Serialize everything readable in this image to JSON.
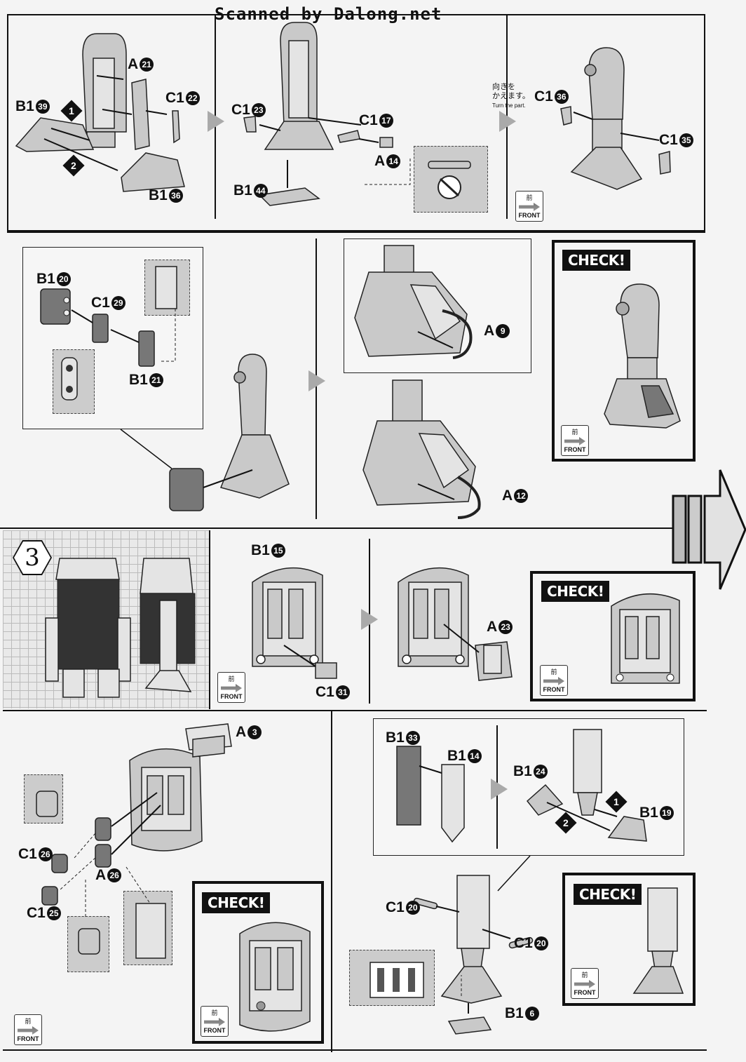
{
  "watermark": "Scanned by Dalong.net",
  "labels": {
    "a21": {
      "letter": "A",
      "num": "21"
    },
    "c1_22": {
      "letter": "C1",
      "num": "22"
    },
    "b1_39": {
      "letter": "B1",
      "num": "39"
    },
    "b1_36_a": {
      "letter": "B1",
      "num": "36"
    },
    "c1_23": {
      "letter": "C1",
      "num": "23"
    },
    "c1_17": {
      "letter": "C1",
      "num": "17"
    },
    "a14": {
      "letter": "A",
      "num": "14"
    },
    "b1_44": {
      "letter": "B1",
      "num": "44"
    },
    "c1_36": {
      "letter": "C1",
      "num": "36"
    },
    "c1_35": {
      "letter": "C1",
      "num": "35"
    },
    "b1_20": {
      "letter": "B1",
      "num": "20"
    },
    "c1_29": {
      "letter": "C1",
      "num": "29"
    },
    "b1_21": {
      "letter": "B1",
      "num": "21"
    },
    "a9": {
      "letter": "A",
      "num": "9"
    },
    "a12": {
      "letter": "A",
      "num": "12"
    },
    "b1_15": {
      "letter": "B1",
      "num": "15"
    },
    "c1_31": {
      "letter": "C1",
      "num": "31"
    },
    "a23": {
      "letter": "A",
      "num": "23"
    },
    "a3": {
      "letter": "A",
      "num": "3"
    },
    "c1_26": {
      "letter": "C1",
      "num": "26"
    },
    "a26": {
      "letter": "A",
      "num": "26"
    },
    "c1_25": {
      "letter": "C1",
      "num": "25"
    },
    "b1_33": {
      "letter": "B1",
      "num": "33"
    },
    "b1_14": {
      "letter": "B1",
      "num": "14"
    },
    "b1_24": {
      "letter": "B1",
      "num": "24"
    },
    "b1_19": {
      "letter": "B1",
      "num": "19"
    },
    "c1_20_a": {
      "letter": "C1",
      "num": "20"
    },
    "c1_20_b": {
      "letter": "C1",
      "num": "20"
    },
    "b1_6": {
      "letter": "B1",
      "num": "6"
    }
  },
  "step_badges": {
    "one": "1",
    "two": "2"
  },
  "turn_note": {
    "jp_line1": "向きを",
    "jp_line2": "かえます。",
    "en": "Turn the part."
  },
  "front_badge": {
    "jp": "前",
    "en": "FRONT"
  },
  "check_label": "CHECK!",
  "step_number": "3",
  "colors": {
    "ink": "#111111",
    "part_gray": "#c9c9c9",
    "paper": "#f4f4f4",
    "flow_arrow": "#aaaaaa"
  }
}
